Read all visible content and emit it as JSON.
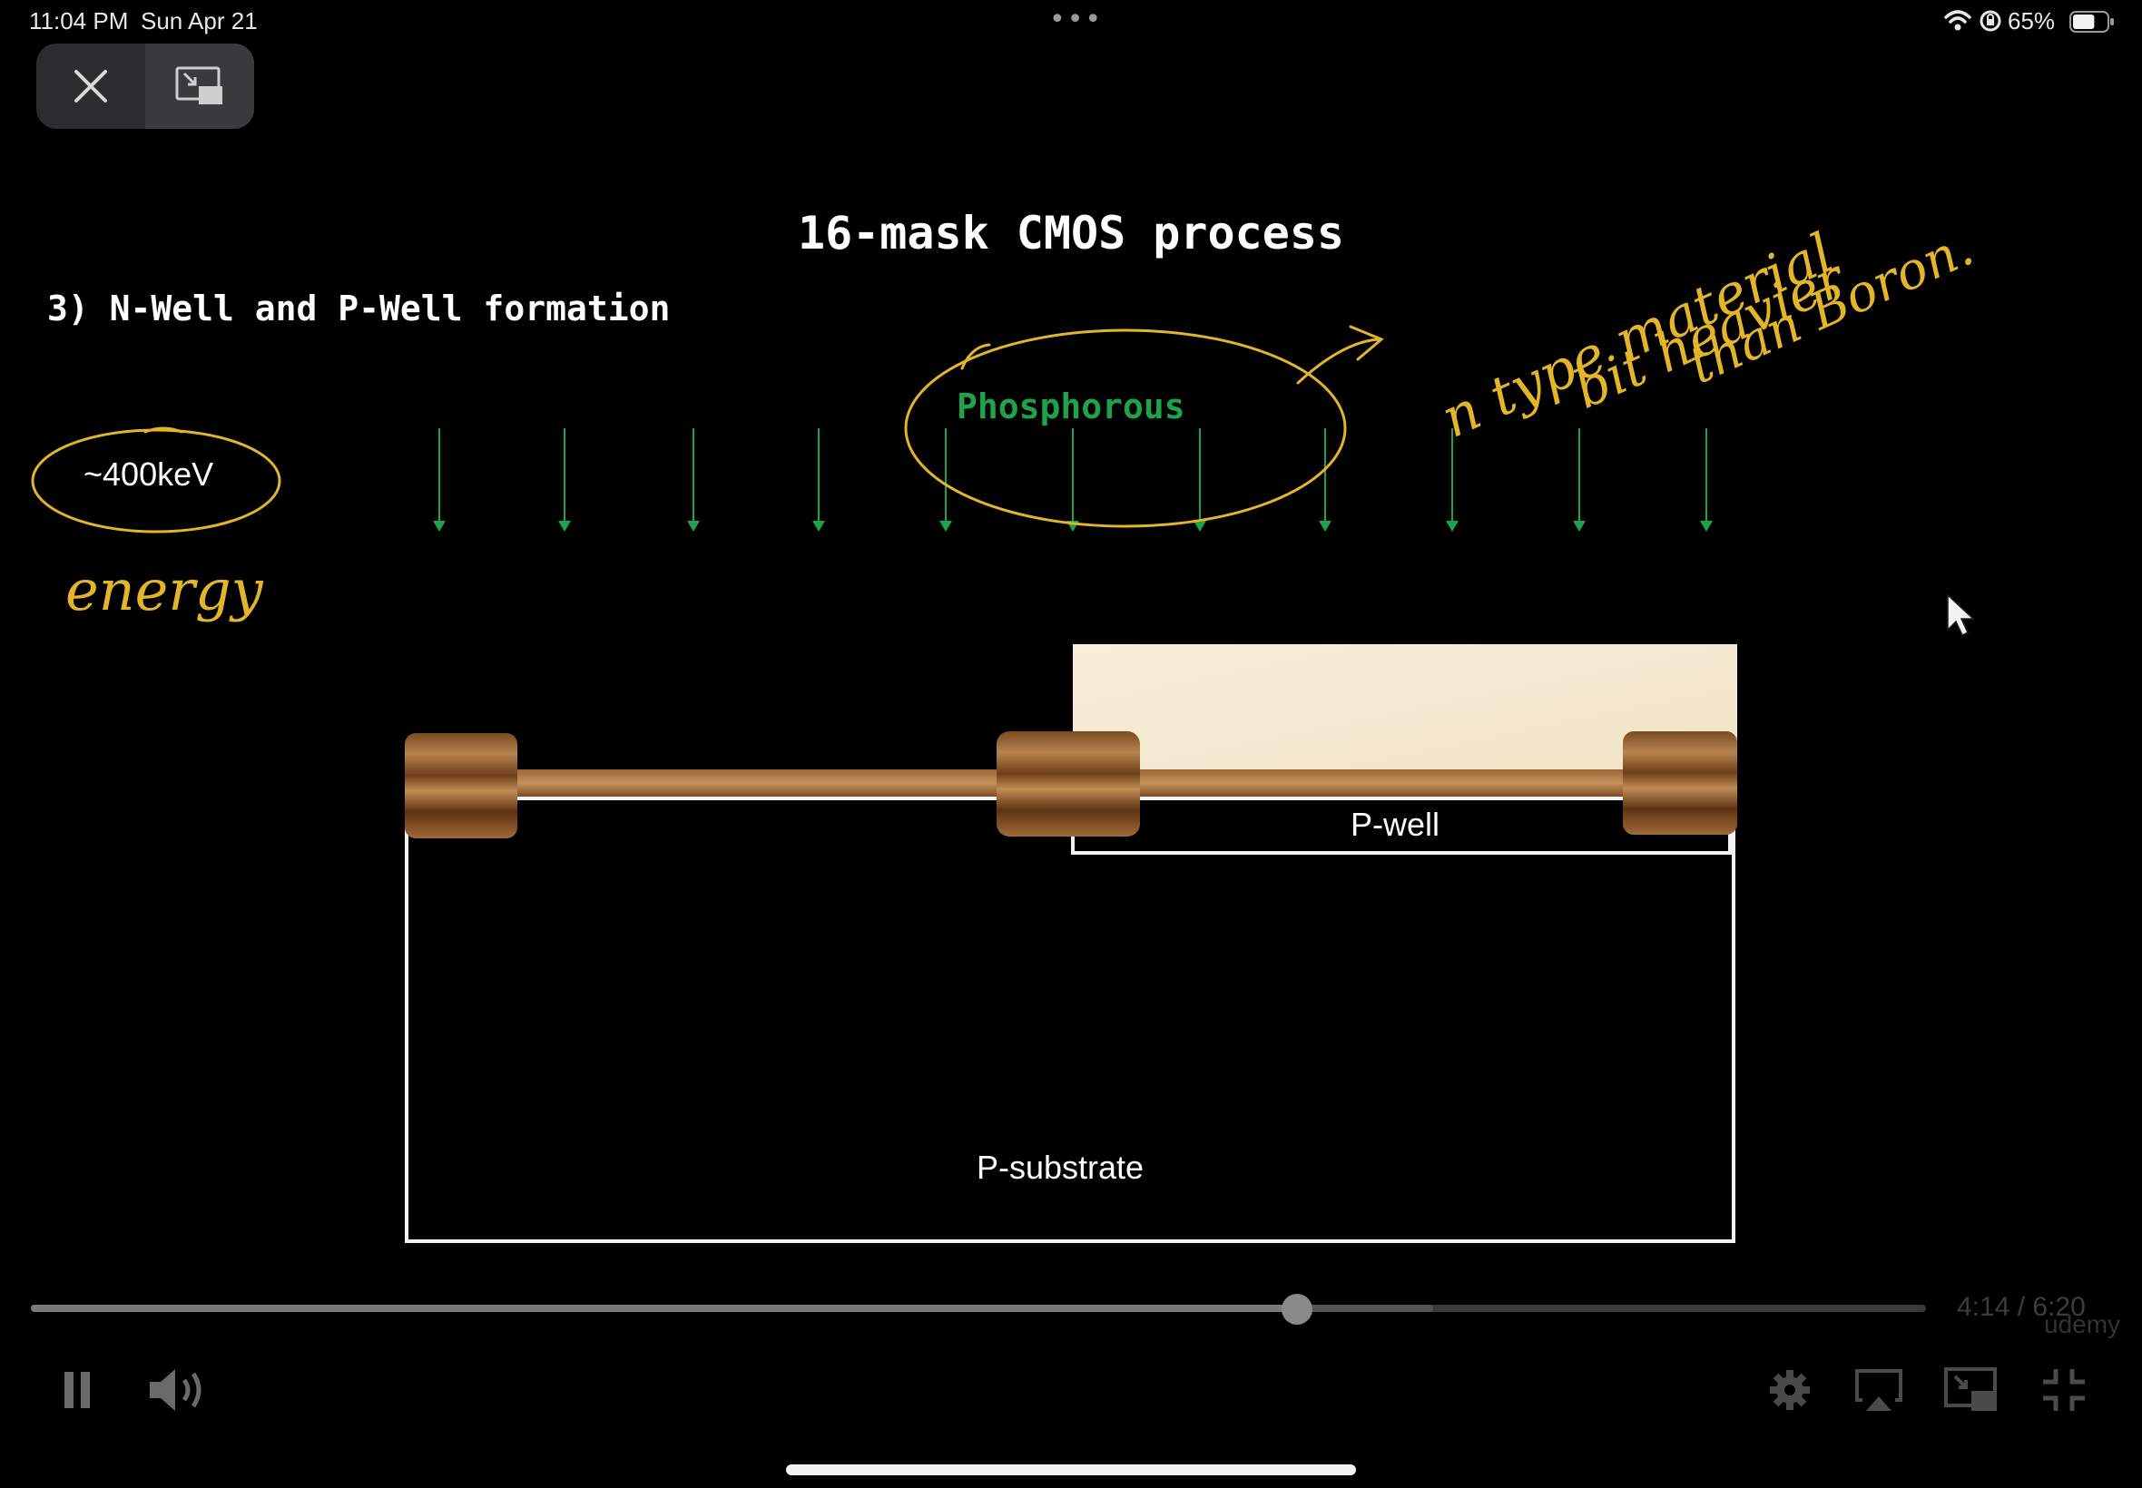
{
  "status_bar": {
    "time": "11:04 PM",
    "date": "Sun Apr 21",
    "dots": "•••",
    "battery_percent": "65%",
    "battery_level": 0.65
  },
  "player": {
    "close_icon": "close-icon",
    "pip_icon": "picture-in-picture-exit-icon",
    "current_time": "4:14",
    "duration": "6:20",
    "timecode": "4:14 / 6:20",
    "progress": 0.668,
    "buffered": 0.74,
    "brand": "udemy"
  },
  "slide": {
    "title": "16-mask CMOS process",
    "subtitle": "3) N-Well and P-Well formation",
    "energy": "~400keV",
    "dopant": "Phosphorous",
    "pwell": "P-well",
    "psubstrate": "P-substrate",
    "colors": {
      "arrows": "#1fa34a",
      "oxide": "#a8723c",
      "mask": "#f6ecd8",
      "annotation": "#e2b52a"
    }
  },
  "annotations": {
    "left": "energy",
    "right_line1": "n type material",
    "right_line2": "bit heavier",
    "right_line3": "than Boron."
  }
}
